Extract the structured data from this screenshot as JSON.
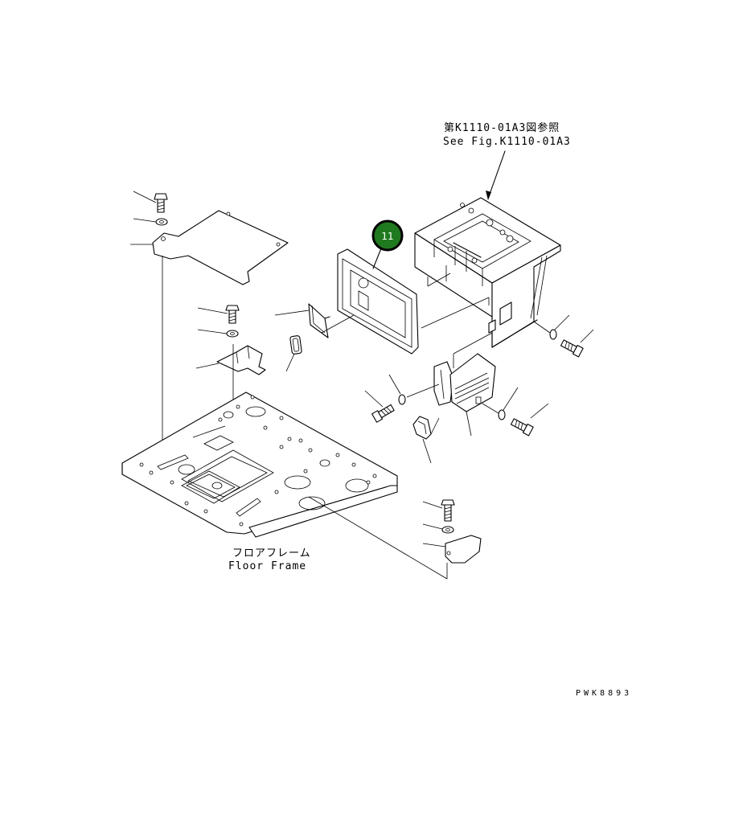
{
  "callout": {
    "number": "11",
    "color": "#1f7a1f",
    "ring_color": "#000000"
  },
  "labels": {
    "ref_jp": "第K1110-01A3図参照",
    "ref_en": "See Fig.K1110-01A3",
    "floor_jp": "フロアフレーム",
    "floor_en": "Floor Frame",
    "drawing_code": "PWK8893"
  },
  "parts": [
    "bolt-icon",
    "washer-icon",
    "floor-cover-plate",
    "cover-panel",
    "wire-clip",
    "grommet",
    "bracket",
    "floor-frame",
    "console-frame",
    "lever-cover",
    "lever-boot",
    "small-cover"
  ]
}
